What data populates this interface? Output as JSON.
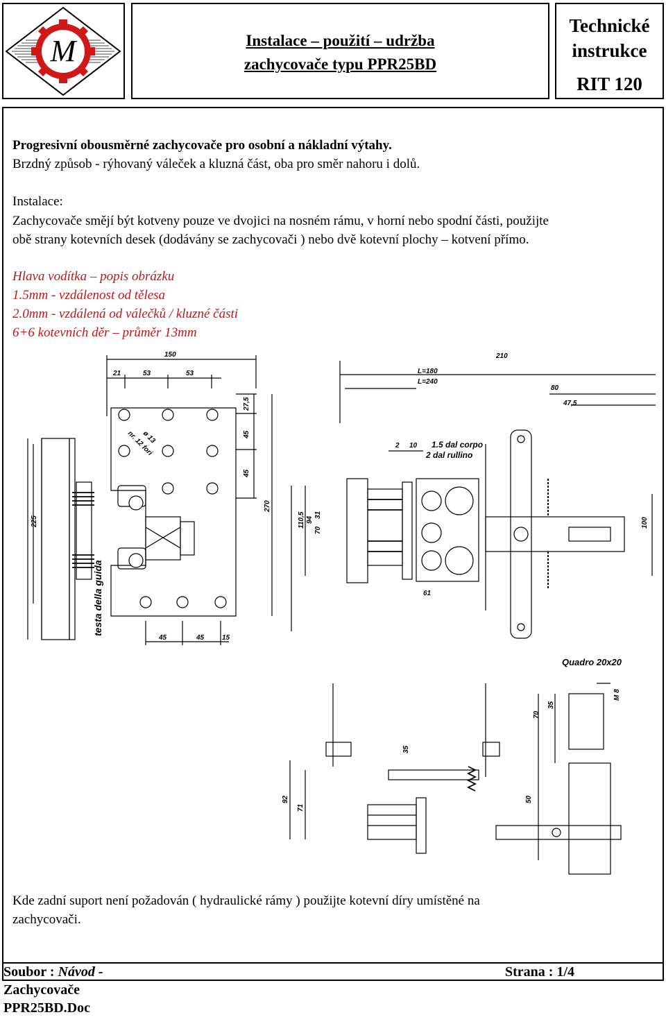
{
  "header": {
    "title_line1": "Instalace – použití – udržba",
    "title_line2": "zachycovače typu PPR25BD",
    "code_line1": "Technické",
    "code_line2": "instrukce",
    "code_line3": "RIT 120",
    "logo_letter": "M"
  },
  "intro": {
    "heading": "Progresivní obousměrné zachycovače pro osobní a nákladní výtahy.",
    "subheading": "Brzdný způsob  -  rýhovaný váleček a kluzná část, oba pro směr nahoru i dolů."
  },
  "installation": {
    "label": "Instalace:",
    "line1": "Zachycovače smějí být kotveny pouze ve dvojici na nosném rámu, v horní nebo spodní části, použijte",
    "line2": "obě strany kotevních desek (dodávány se zachycovači ) nebo dvě kotevní plochy – kotvení přímo."
  },
  "legend": {
    "line1": "Hlava vodítka – popis obrázku",
    "line2": "1.5mm - vzdálenost od tělesa",
    "line3": "2.0mm -  vzdálená od válečků / kluzné části",
    "line4": "6+6 kotevních děr – průměr 13mm"
  },
  "drawing": {
    "dim_150": "150",
    "dim_21": "21",
    "dim_53a": "53",
    "dim_53b": "53",
    "dim_27_5": "27,5",
    "dim_45a": "45",
    "dim_45b": "45",
    "dim_270": "270",
    "dim_225": "225",
    "hole_note_1": "ø 13",
    "hole_note_2": "nr. 12 fori",
    "guide_label": "testa della guida",
    "dim_45c": "45",
    "dim_45d": "45",
    "dim_15": "15",
    "dim_210": "210",
    "dim_L180": "L=180",
    "dim_L240": "L=240",
    "dim_80": "80",
    "dim_47_5": "47,5",
    "dim_2": "2",
    "dim_10": "10",
    "note_corpo": "1.5 dal corpo",
    "note_rullino": "2  dal rullino",
    "dim_110_5": "110,5",
    "dim_94": "94",
    "dim_70a": "70",
    "dim_31": "31",
    "dim_61": "61",
    "dim_100": "100",
    "quadro": "Quadro 20x20",
    "dim_M8": "M 8",
    "dim_70b": "70",
    "dim_35a": "35",
    "dim_35b": "35",
    "dim_92": "92",
    "dim_71": "71",
    "dim_50": "50"
  },
  "note": {
    "line1": "Kde zadní suport není požadován ( hydraulické rámy )  použijte kotevní díry umístěné na",
    "line2": "zachycovači."
  },
  "footer": {
    "file_label": "Soubor :",
    "file_name": "Návod -",
    "file_line2": "Zachycovače",
    "file_line3": "PPR25BD.Doc",
    "page_label": "Strana : 1/4"
  },
  "colors": {
    "accent_red": "#c01818",
    "logo_red": "#d01818"
  }
}
